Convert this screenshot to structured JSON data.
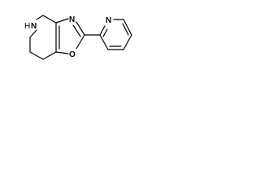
{
  "molecule": {
    "atoms": {
      "nh": {
        "symbol": "N",
        "hydrogen": "H",
        "color": "#000000"
      },
      "n_oxazole": {
        "symbol": "N",
        "color": "#000000"
      },
      "o_oxazole": {
        "symbol": "O",
        "color": "#000000"
      },
      "n_pyridine": {
        "symbol": "N",
        "color": "#000000"
      }
    }
  }
}
